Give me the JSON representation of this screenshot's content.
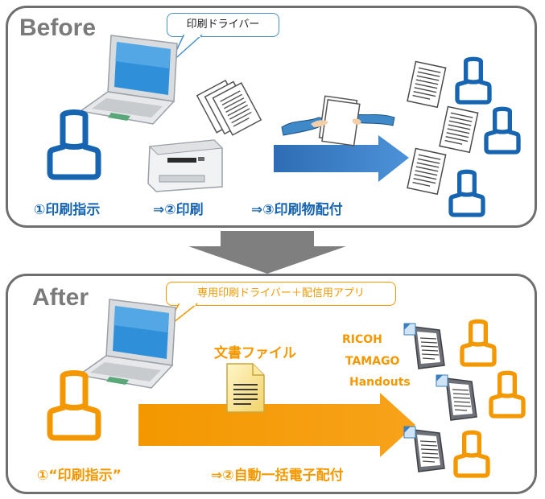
{
  "before": {
    "title": "Before",
    "callout": "印刷ドライバー",
    "steps": [
      "①印刷指示",
      "⇒②印刷",
      "⇒③印刷物配付"
    ]
  },
  "after": {
    "title": "After",
    "callout": "専用印刷ドライバー＋配信用アプリ",
    "doc_label": "文書ファイル",
    "app_name": [
      "RICOH",
      "TAMAGO",
      "Handouts"
    ],
    "steps": [
      "①“印刷指示”",
      "⇒②自動一括電子配付"
    ]
  },
  "colors": {
    "before_accent": "#1764b1",
    "after_accent": "#f39800",
    "panel_border": "#6f6f6f",
    "big_arrow": "#7f7f7f"
  }
}
